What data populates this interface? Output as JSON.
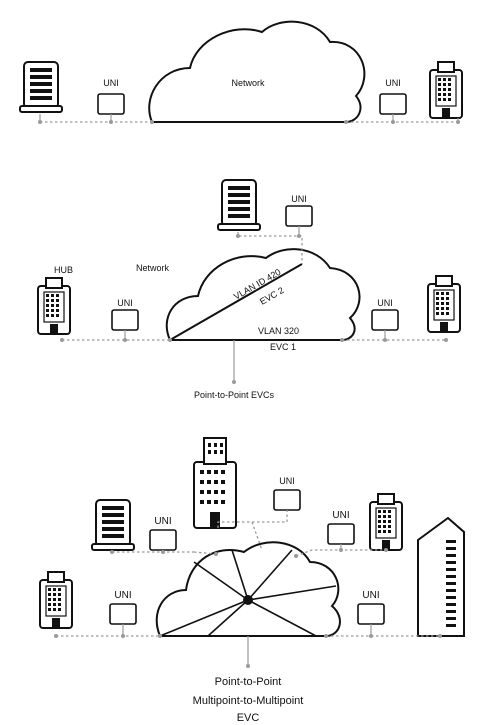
{
  "panel1": {
    "network_label": "Network",
    "uni_left": "UNI",
    "uni_right": "UNI"
  },
  "panel2": {
    "network_label": "Network",
    "hub_label": "HUB",
    "uni_top": "UNI",
    "uni_left": "UNI",
    "uni_right": "UNI",
    "vlan_diag": "VLAN ID 420",
    "evc_diag": "EVC 2",
    "vlan_flat": "VLAN 320",
    "evc_flat": "EVC 1",
    "caption": "Point-to-Point EVCs"
  },
  "panel3": {
    "uni_top": "UNI",
    "uni_upper_left": "UNI",
    "uni_upper_right": "UNI",
    "uni_lower_left": "UNI",
    "uni_lower_right": "UNI",
    "caption_line1": "Point-to-Point",
    "caption_line2": "Multipoint-to-Multipoint",
    "caption_line3": "EVC"
  }
}
